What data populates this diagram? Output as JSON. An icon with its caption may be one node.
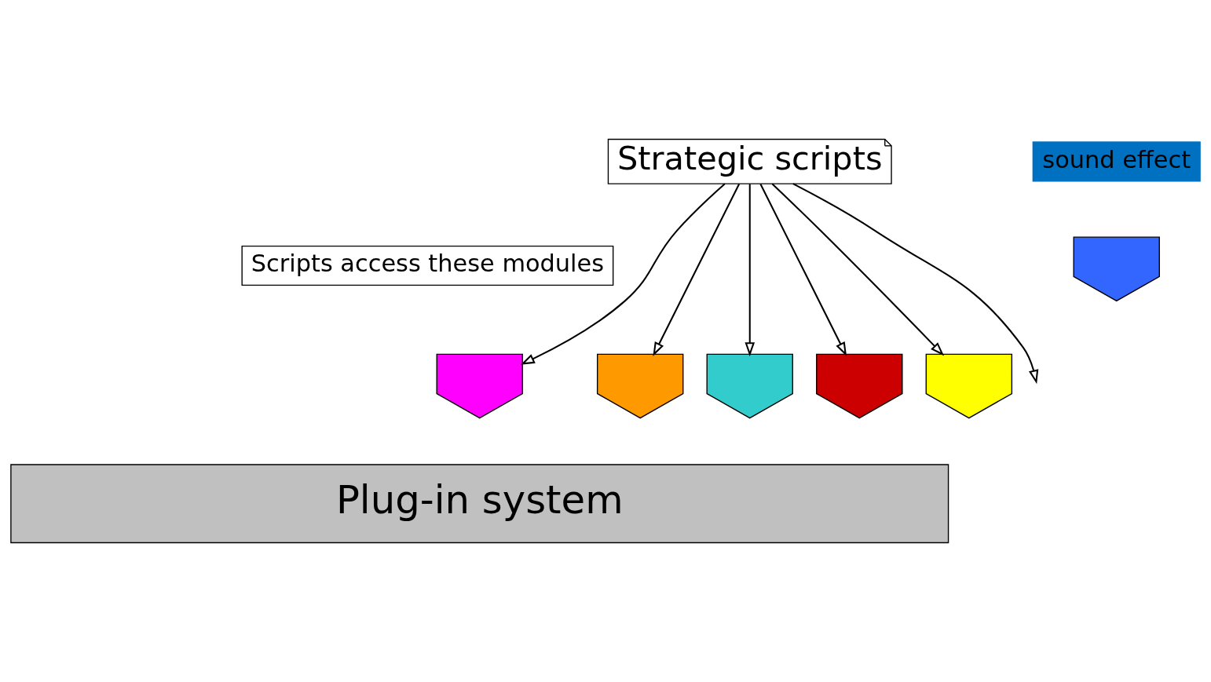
{
  "diagram": {
    "nodes": [
      {
        "text": [
          "Strategic scripts"
        ]
      },
      {
        "text": [
          "Scripts access these modules"
        ]
      },
      {
        "text": [],
        "shape": "box"
      },
      {
        "text": [],
        "shape": "box"
      },
      {
        "text": [],
        "shape": "box"
      },
      {
        "text": [],
        "shape": "box"
      },
      {
        "text": [],
        "shape": "box"
      },
      {
        "text": [
          "sound effect"
        ]
      },
      {
        "text": [],
        "shape": "box"
      },
      {
        "text": [
          "Plug-in system"
        ]
      }
    ],
    "edges": [
      {
        "from": 0,
        "to": 2,
        "arrow": "to"
      },
      {
        "from": 0,
        "to": 3,
        "arrow": "to"
      },
      {
        "from": 0,
        "to": 4,
        "arrow": "to"
      },
      {
        "from": 0,
        "to": 5,
        "arrow": "to"
      },
      {
        "from": 0,
        "to": 6,
        "arrow": "to"
      },
      {
        "from": 0,
        "to": null,
        "arrow": "to"
      }
    ]
  }
}
